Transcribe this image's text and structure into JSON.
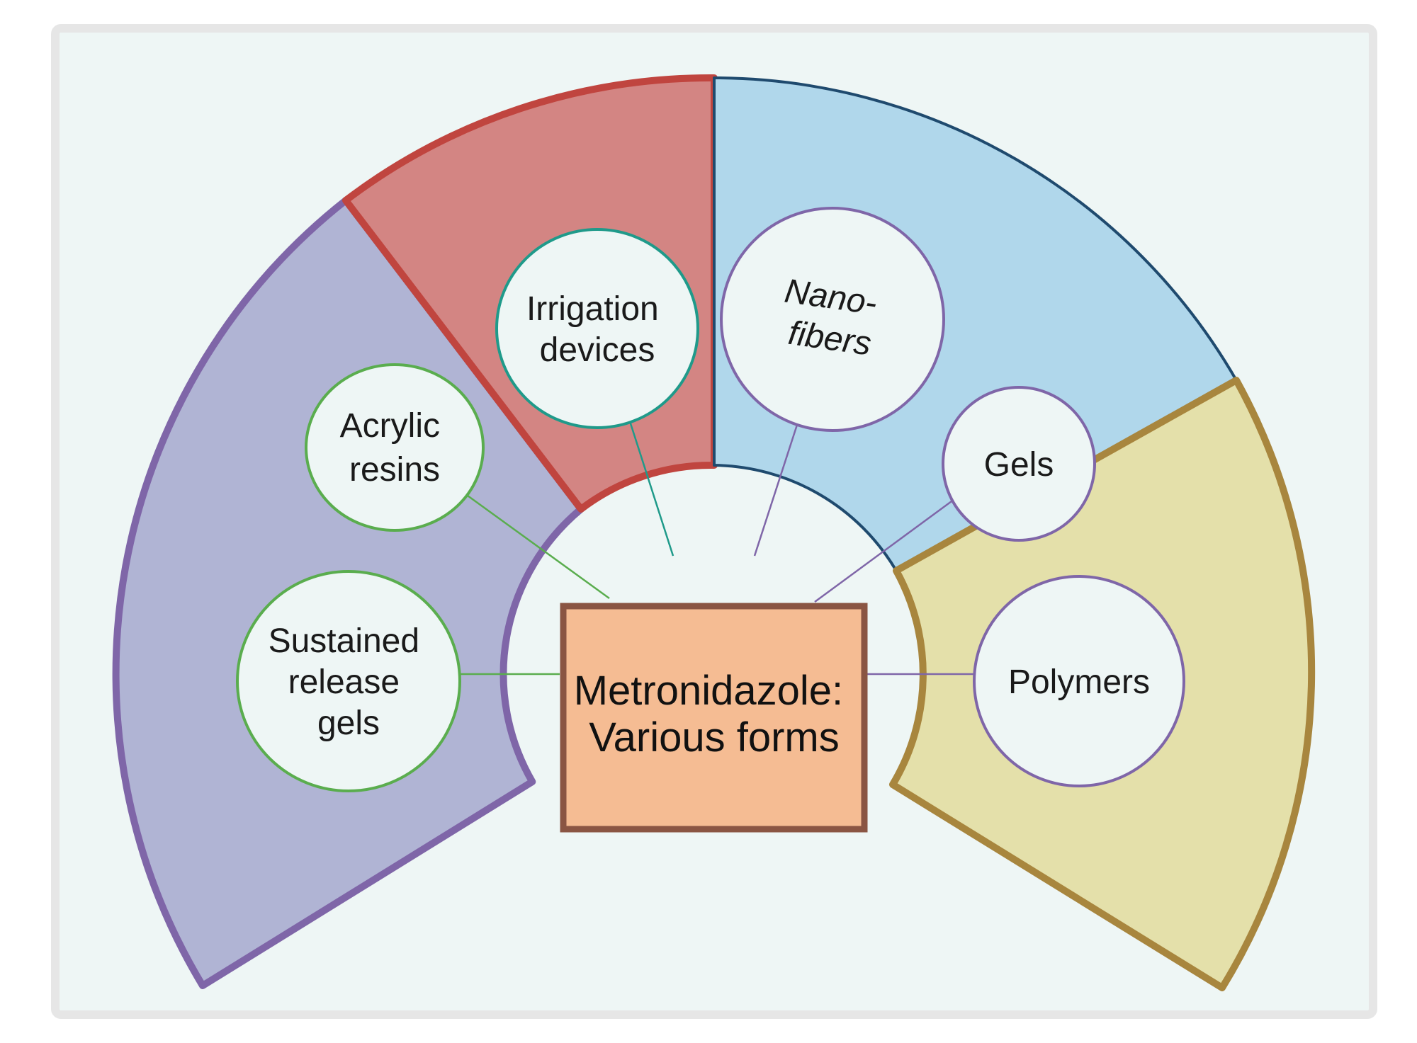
{
  "center": {
    "lines": [
      "Metronidazole:",
      "Various forms"
    ],
    "fill": "#f5bc93",
    "stroke": "#8a5543"
  },
  "sectors": [
    {
      "name": "purple",
      "fill": "#b0b4d4",
      "stroke": "#7f66a8"
    },
    {
      "name": "red",
      "fill": "#d38583",
      "stroke": "#c0453f"
    },
    {
      "name": "blue",
      "fill": "#b0d7eb",
      "stroke": "#1f4a6e"
    },
    {
      "name": "yellow",
      "fill": "#e4e0aa",
      "stroke": "#a8863e"
    }
  ],
  "bubbles": [
    {
      "id": "irrigation-devices",
      "lines": [
        "Irrigation",
        "devices"
      ],
      "stroke": "#1f9a8a"
    },
    {
      "id": "nanofibers",
      "lines": [
        "Nano-",
        "fibers"
      ],
      "stroke": "#7f66a8",
      "italic": true
    },
    {
      "id": "acrylic-resins",
      "lines": [
        "Acrylic",
        "resins"
      ],
      "stroke": "#5aad4e"
    },
    {
      "id": "gels",
      "lines": [
        "Gels"
      ],
      "stroke": "#7f66a8"
    },
    {
      "id": "sustained-release-gels",
      "lines": [
        "Sustained",
        "release",
        "gels"
      ],
      "stroke": "#5aad4e"
    },
    {
      "id": "polymers",
      "lines": [
        "Polymers"
      ],
      "stroke": "#7f66a8"
    }
  ],
  "colors": {
    "background": "#eef6f5",
    "frame": "#e6e6e6",
    "bubble_fill": "#eef6f5"
  }
}
